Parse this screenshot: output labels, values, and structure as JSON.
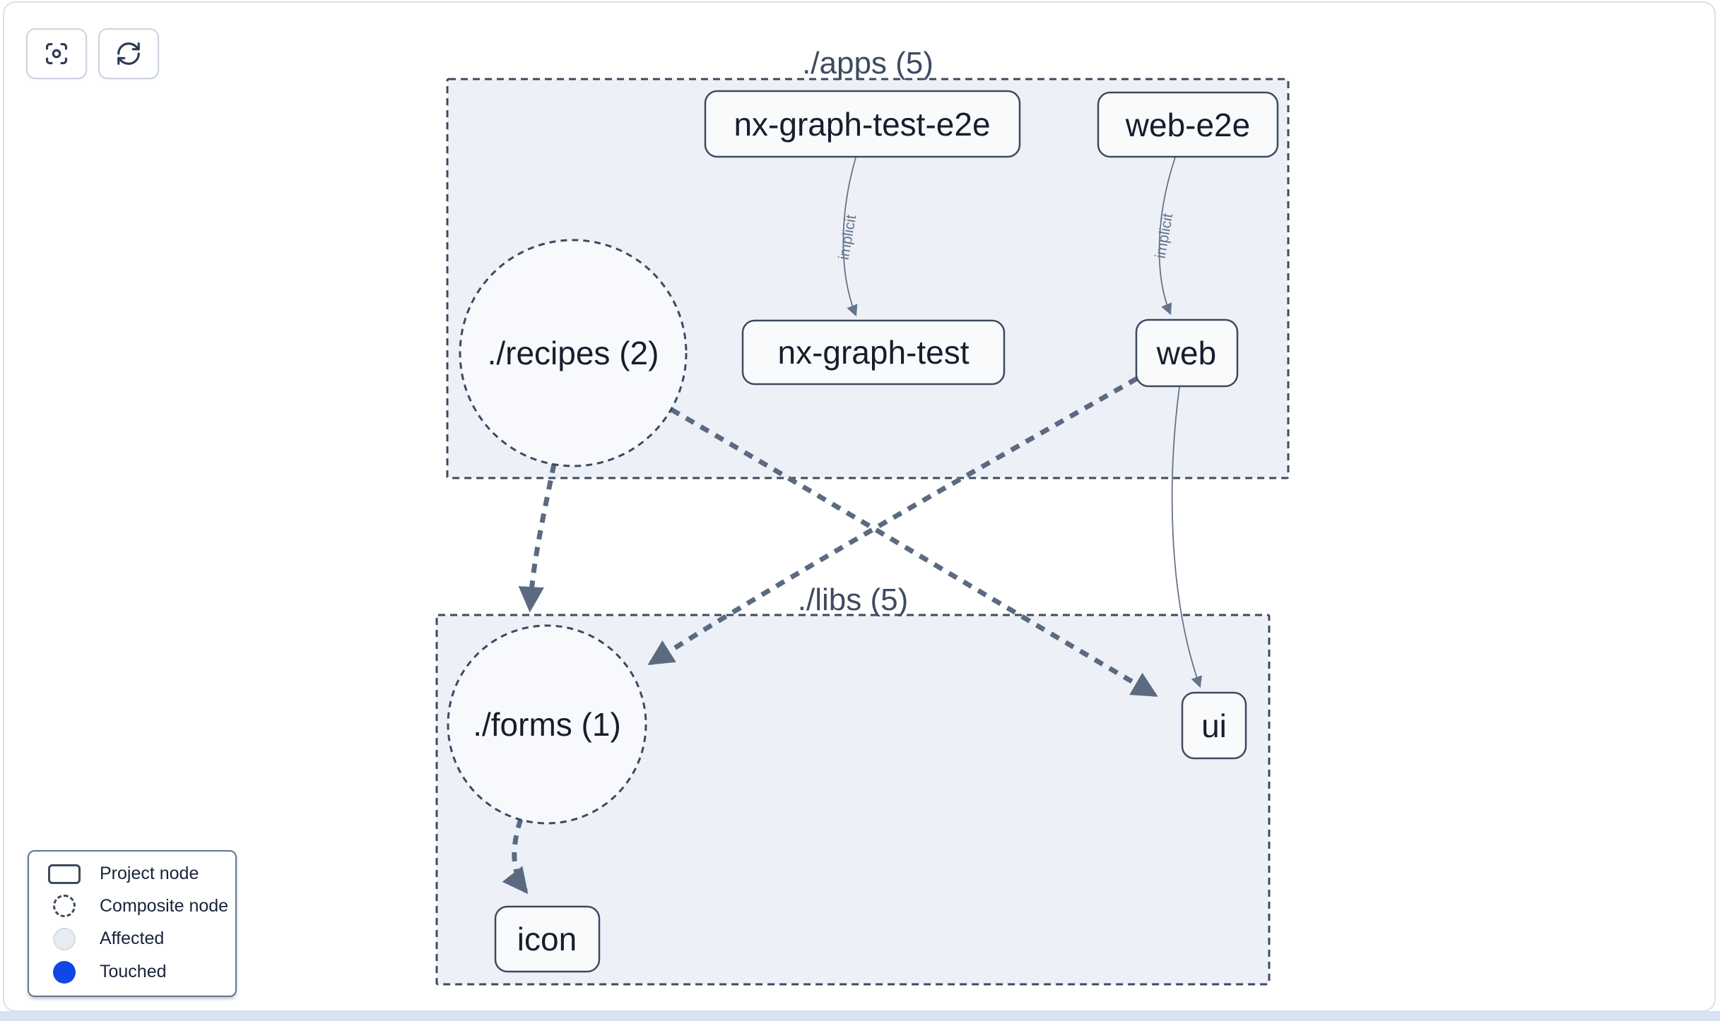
{
  "toolbar": {
    "buttons": [
      {
        "name": "focus",
        "icon": "focus-scan-icon"
      },
      {
        "name": "refresh",
        "icon": "refresh-icon"
      }
    ]
  },
  "graph": {
    "containers": [
      {
        "id": "apps",
        "title": "./apps (5)"
      },
      {
        "id": "libs",
        "title": "./libs (5)"
      }
    ],
    "nodes": [
      {
        "id": "nx-graph-test-e2e",
        "label": "nx-graph-test-e2e",
        "type": "project"
      },
      {
        "id": "web-e2e",
        "label": "web-e2e",
        "type": "project"
      },
      {
        "id": "recipes",
        "label": "./recipes (2)",
        "type": "composite"
      },
      {
        "id": "nx-graph-test",
        "label": "nx-graph-test",
        "type": "project"
      },
      {
        "id": "web",
        "label": "web",
        "type": "project"
      },
      {
        "id": "forms",
        "label": "./forms (1)",
        "type": "composite"
      },
      {
        "id": "ui",
        "label": "ui",
        "type": "project"
      },
      {
        "id": "icon",
        "label": "icon",
        "type": "project"
      }
    ],
    "edges": [
      {
        "from": "nx-graph-test-e2e",
        "to": "nx-graph-test",
        "label": "implicit",
        "style": "solid"
      },
      {
        "from": "web-e2e",
        "to": "web",
        "label": "implicit",
        "style": "solid"
      },
      {
        "from": "web",
        "to": "ui",
        "label": "",
        "style": "solid"
      },
      {
        "from": "recipes",
        "to": "forms",
        "label": "",
        "style": "dashed"
      },
      {
        "from": "recipes",
        "to": "ui",
        "label": "",
        "style": "dashed"
      },
      {
        "from": "web",
        "to": "forms",
        "label": "",
        "style": "dashed"
      },
      {
        "from": "forms",
        "to": "icon",
        "label": "",
        "style": "dashed"
      }
    ]
  },
  "legend": {
    "items": [
      {
        "label": "Project node",
        "swatch": "project-node-swatch"
      },
      {
        "label": "Composite node",
        "swatch": "composite-node-swatch"
      },
      {
        "label": "Affected",
        "swatch": "affected-swatch"
      },
      {
        "label": "Touched",
        "swatch": "touched-swatch"
      }
    ]
  },
  "colors": {
    "touched_blue": "#1147e4",
    "container_fill": "#edf1f7",
    "node_fill": "#f8fafc",
    "node_stroke": "#3d4a5f",
    "edge_dashed": "#5b6a80",
    "edge_solid": "#64748b",
    "title_text": "#3d4b61",
    "node_text": "#161e2e",
    "canvas_border": "#dadfee",
    "page_strip": "#d9e2f3"
  }
}
